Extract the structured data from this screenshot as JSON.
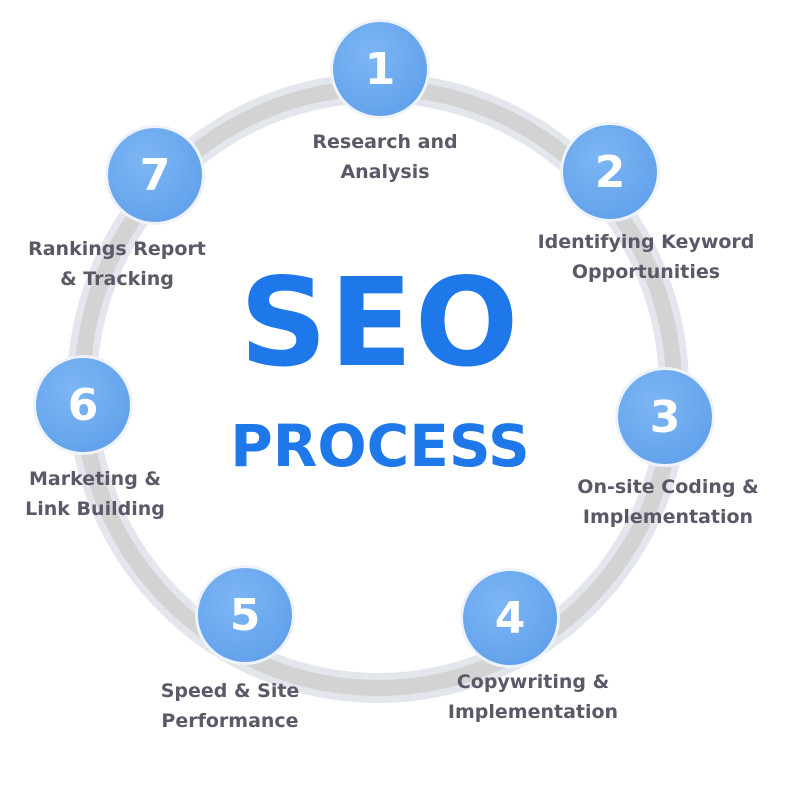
{
  "title": {
    "main": "SEO",
    "sub": "PROCESS"
  },
  "colors": {
    "accent": "#1f78ea",
    "step": "#6aa8ee",
    "ring": "#d3d3d3",
    "label": "#5b5868"
  },
  "steps": [
    {
      "number": "1",
      "line1": "Research and",
      "line2": "Analysis"
    },
    {
      "number": "2",
      "line1": "Identifying Keyword",
      "line2": "Opportunities"
    },
    {
      "number": "3",
      "line1": "On-site Coding &",
      "line2": "Implementation"
    },
    {
      "number": "4",
      "line1": "Copywriting &",
      "line2": "Implementation"
    },
    {
      "number": "5",
      "line1": "Speed & Site",
      "line2": "Performance"
    },
    {
      "number": "6",
      "line1": "Marketing &",
      "line2": "Link Building"
    },
    {
      "number": "7",
      "line1": "Rankings Report",
      "line2": "& Tracking"
    }
  ]
}
